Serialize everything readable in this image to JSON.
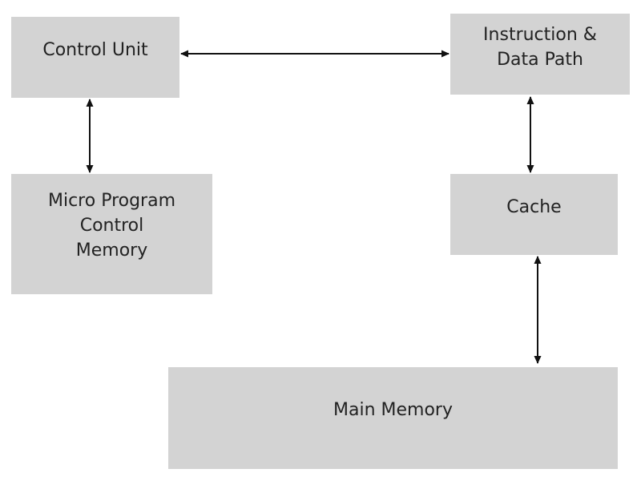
{
  "diagram": {
    "boxes": {
      "control_unit": {
        "lines": [
          "Control Unit"
        ]
      },
      "instruction_data_path": {
        "lines": [
          "Instruction &",
          "Data Path"
        ]
      },
      "micro_program": {
        "lines": [
          "Micro Program",
          "Control",
          "Memory"
        ]
      },
      "cache": {
        "lines": [
          "Cache"
        ]
      },
      "main_memory": {
        "lines": [
          "Main Memory"
        ]
      }
    },
    "connections": [
      {
        "from": "control_unit",
        "to": "instruction_data_path",
        "direction": "bidirectional"
      },
      {
        "from": "control_unit",
        "to": "micro_program",
        "direction": "bidirectional"
      },
      {
        "from": "instruction_data_path",
        "to": "cache",
        "direction": "bidirectional"
      },
      {
        "from": "cache",
        "to": "main_memory",
        "direction": "bidirectional"
      }
    ],
    "colors": {
      "box_fill": "#d3d3d3",
      "text": "#222222",
      "arrow": "#111111",
      "background": "#ffffff"
    }
  }
}
